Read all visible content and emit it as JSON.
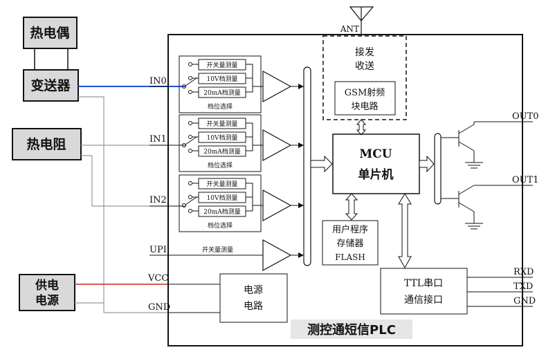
{
  "external": {
    "thermocouple": "热电偶",
    "transmitter": "变送器",
    "rtd": "热电阻",
    "power_line1": "供电",
    "power_line2": "电源"
  },
  "ports": {
    "in0": "IN0",
    "in1": "IN1",
    "in2": "IN2",
    "upi": "UPI",
    "vcc": "VCC",
    "gnd": "GND",
    "ant": "ANT",
    "out0": "OUT0",
    "out1": "OUT1",
    "rxd": "RXD",
    "txd": "TXD",
    "gnd2": "GND"
  },
  "range_select": {
    "switch_measure": "开关量测量",
    "v10_measure": "10V档测量",
    "ma20_measure": "20mA档测量",
    "label": "档位选择"
  },
  "upi_label": "开关量测量",
  "blocks": {
    "transceiver_line1": "接发",
    "transceiver_line2": "收送",
    "gsm_line1": "GSM射频",
    "gsm_line2": "块电路",
    "mcu_line1": "MCU",
    "mcu_line2": "单片机",
    "memory_line1": "用户程序",
    "memory_line2": "存储器",
    "memory_line3": "FLASH",
    "ttl_line1": "TTL串口",
    "ttl_line2": "通信接口",
    "power_line1": "电源",
    "power_line2": "电路"
  },
  "footer_title": "测控通短信PLC",
  "colors": {
    "signal_blue": "#1f4fd0",
    "power_red": "#cc2222",
    "wire_gray": "#999999",
    "box_gray": "#d9d9d9"
  }
}
